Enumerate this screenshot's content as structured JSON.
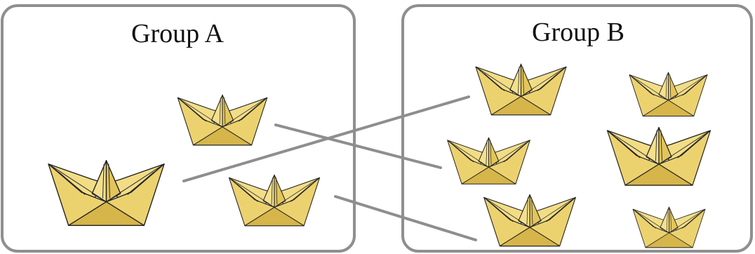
{
  "groups": {
    "a": {
      "title": "Group A",
      "boat_count": 3
    },
    "b": {
      "title": "Group B",
      "boat_count": 6
    }
  },
  "connections_count": 3,
  "colors": {
    "boat_light": "#f2dd86",
    "boat_mid": "#e7cd67",
    "boat_dark": "#d1b043",
    "frame_border": "#8f8f8f",
    "connector": "#8e8e8e"
  },
  "icons": {
    "boat": "paper-boat-icon"
  }
}
